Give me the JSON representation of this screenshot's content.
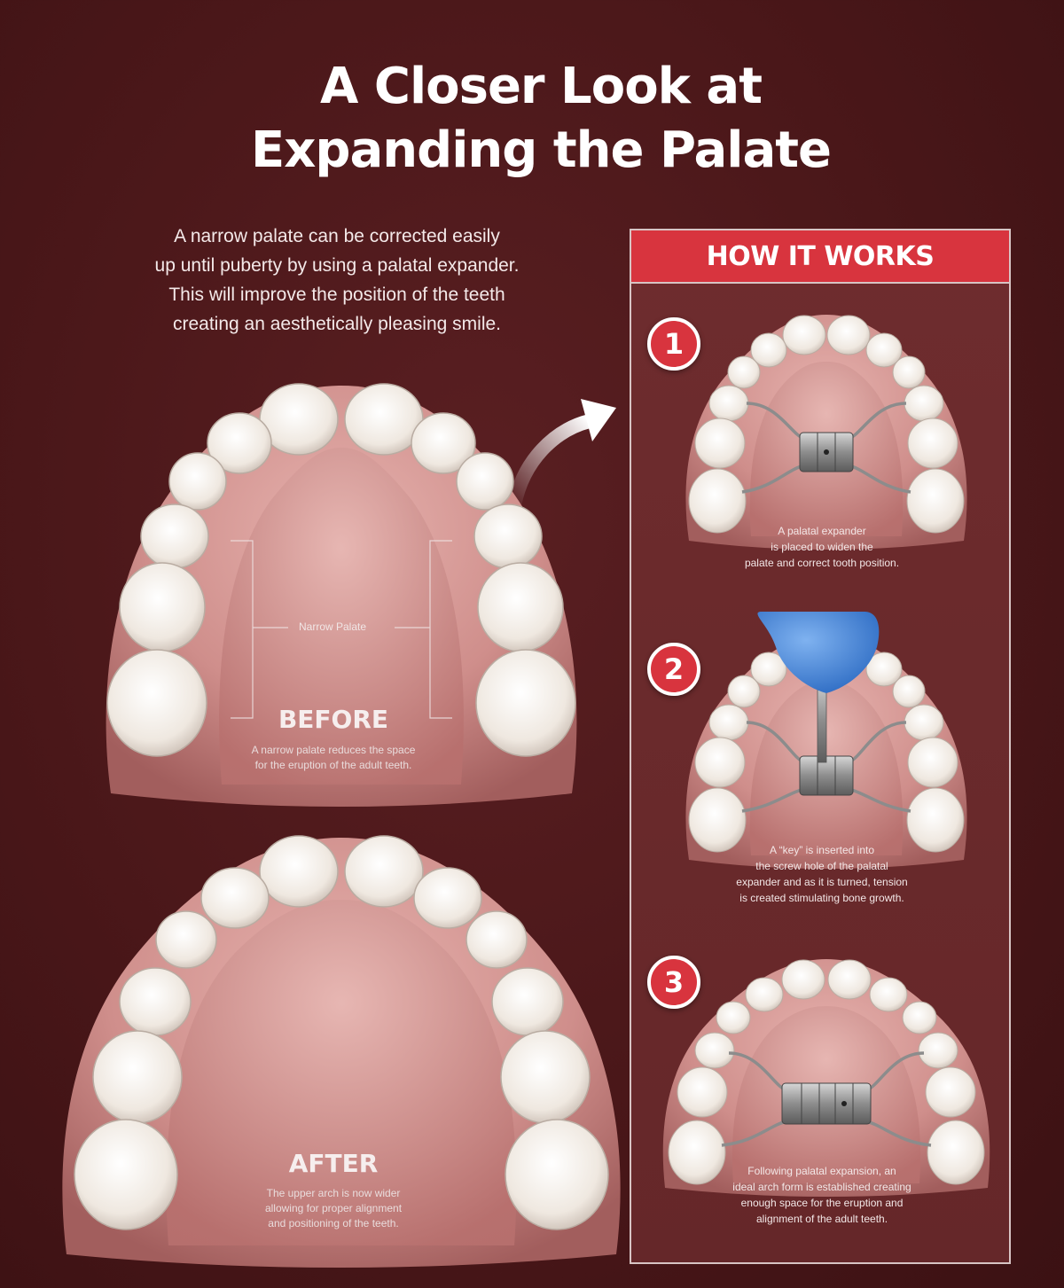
{
  "title_line1": "A Closer Look at",
  "title_line2": "Expanding the Palate",
  "intro": {
    "line1": "A narrow palate can be corrected easily",
    "line2": "up until puberty by using a palatal expander.",
    "line3": "This will improve the position of the teeth",
    "line4": "creating an aesthetically pleasing smile."
  },
  "before": {
    "narrow_label": "Narrow Palate",
    "label": "BEFORE",
    "caption_line1": "A narrow palate reduces the space",
    "caption_line2": "for the eruption of the adult teeth."
  },
  "after": {
    "label": "AFTER",
    "caption_line1": "The upper arch is now wider",
    "caption_line2": "allowing for proper alignment",
    "caption_line3": "and positioning of the teeth."
  },
  "how_it_works": {
    "header": "HOW IT WORKS",
    "steps": [
      {
        "number": "1",
        "lines": [
          "A palatal expander",
          "is placed to widen the",
          "palate and correct tooth position."
        ]
      },
      {
        "number": "2",
        "lines": [
          "A “key” is inserted into",
          "the screw hole of the palatal",
          "expander and as it is turned, tension",
          "is created stimulating bone growth."
        ]
      },
      {
        "number": "3",
        "lines": [
          "Following palatal expansion, an",
          "ideal arch form is established creating",
          "enough space for the eruption and",
          "alignment of the adult teeth."
        ]
      }
    ]
  },
  "colors": {
    "background": "#4a1719",
    "panel": "#6a2a2c",
    "accent_red": "#d8343e",
    "gum": "#c98a88",
    "tooth": "#f3ede6",
    "key": "#3d7fd6"
  }
}
